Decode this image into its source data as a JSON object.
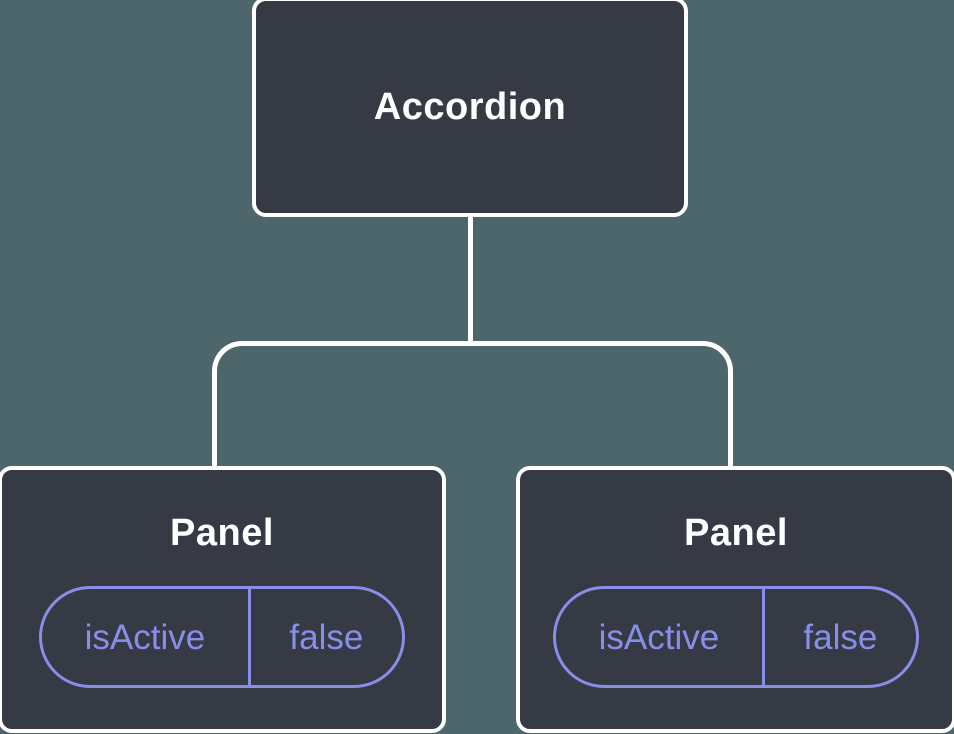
{
  "colors": {
    "background": "#4d666c",
    "node_fill": "#353a45",
    "node_border": "#ffffff",
    "accent": "#898fe8",
    "title_text": "#ffffff"
  },
  "tree": {
    "root": {
      "label": "Accordion"
    },
    "children": [
      {
        "label": "Panel",
        "state": {
          "key": "isActive",
          "value": "false"
        }
      },
      {
        "label": "Panel",
        "state": {
          "key": "isActive",
          "value": "false"
        }
      }
    ]
  }
}
